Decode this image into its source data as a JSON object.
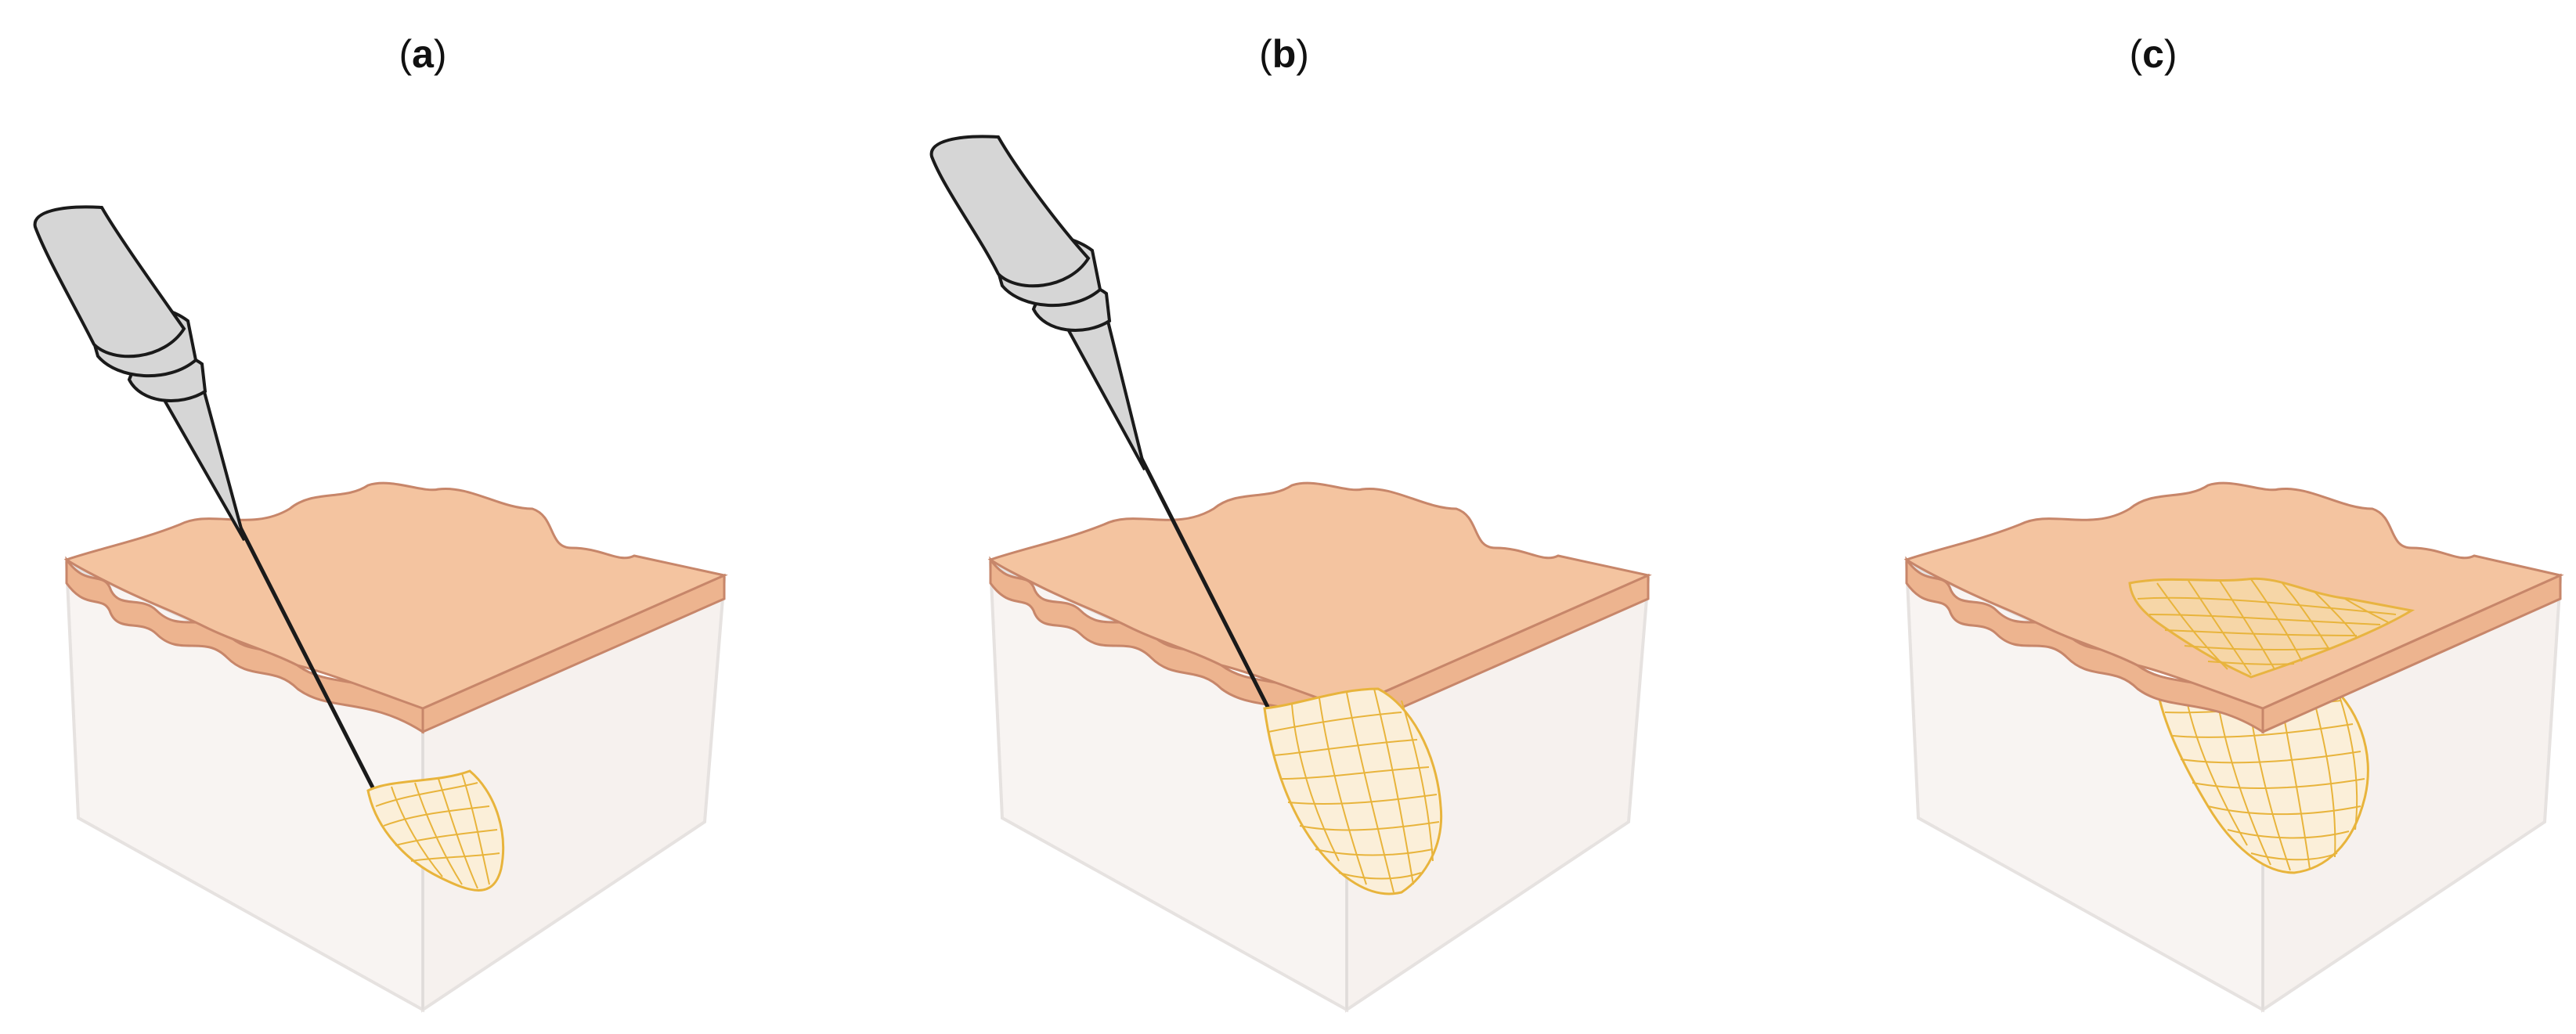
{
  "panels": [
    {
      "id": "a",
      "label_open": "(",
      "letter": "a",
      "label_close": ")"
    },
    {
      "id": "b",
      "label_open": "(",
      "letter": "b",
      "label_close": ")"
    },
    {
      "id": "c",
      "label_open": "(",
      "letter": "c",
      "label_close": ")"
    }
  ],
  "colors": {
    "skin_top": "#F4C4A0",
    "skin_edge": "#C7866A",
    "tissue_fill": "#F8F4F2",
    "tissue_edge": "#E6E2E0",
    "needle_body": "#D6D6D6",
    "needle_outline": "#1A1A1A",
    "mesh_fill": "#FBEFD9",
    "mesh_line": "#E8B43C"
  },
  "icons": {
    "syringe": "syringe-needle-icon",
    "mesh": "wireframe-mesh-scaffold"
  }
}
